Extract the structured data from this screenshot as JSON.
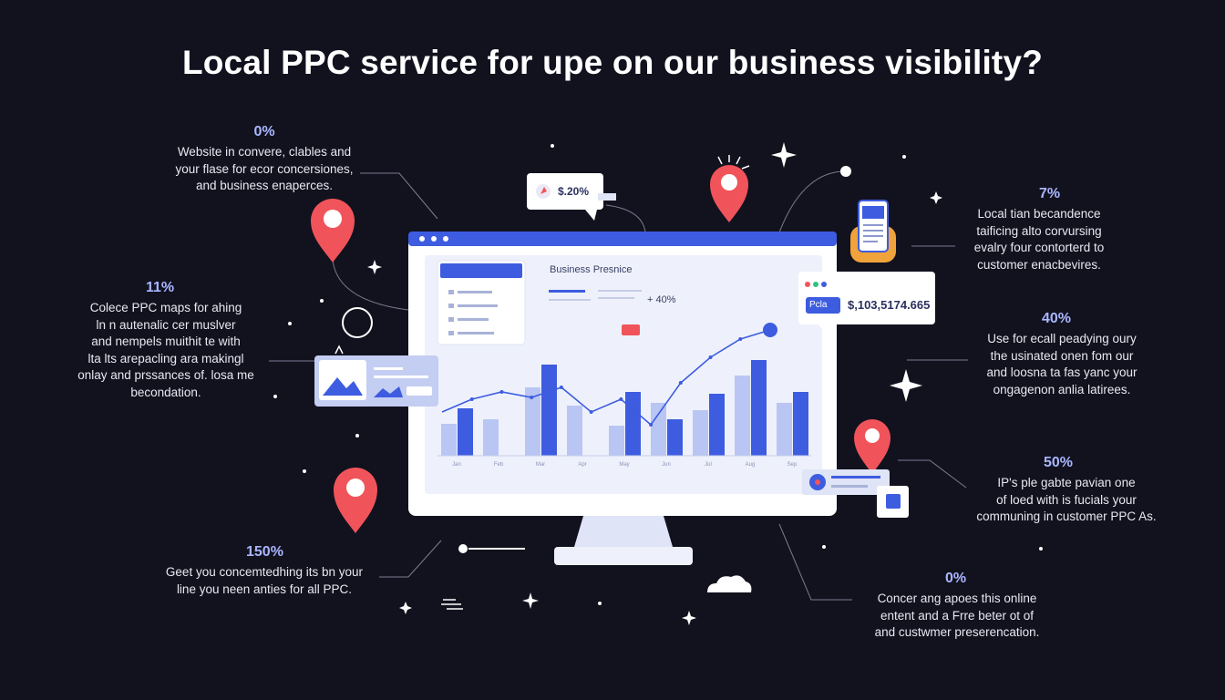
{
  "title": "Local PPC service for upe on our business visibility?",
  "colors": {
    "background": "#12121f",
    "accent_blue": "#3d5ce0",
    "light_blue": "#b9c6f3",
    "pin_red": "#f0545a",
    "stat_blue": "#aab6ff"
  },
  "stats_left": [
    {
      "percent": "0%",
      "lines": [
        "Website in convere, clables and",
        "your flase for ecor concersiones,",
        "and business enaperces."
      ]
    },
    {
      "percent": "11%",
      "lines": [
        "Colece PPC maps for ahing",
        "ln n autenalic cer muslver",
        "and nempels muithit te with",
        "lta lts arepacling ara makingl",
        "onlay and prssances of. losa me",
        "becondation."
      ]
    },
    {
      "percent": "150%",
      "lines": [
        "Geet you concemtedhing its bn your",
        "line you neen anties for all PPC."
      ]
    }
  ],
  "stats_right": [
    {
      "percent": "7%",
      "lines": [
        "Local tian becandence",
        "taificing alto corvursing",
        "evalry four contorterd to",
        "customer enacbevires."
      ]
    },
    {
      "percent": "40%",
      "lines": [
        "Use for ecall peadying oury",
        "the usinated onen fom our",
        "and loosna ta fas yanc your",
        "ongagenon anlia latirees."
      ]
    },
    {
      "percent": "50%",
      "lines": [
        "IP's ple gabte pavian one",
        "of loed with is fucials your",
        "communing in customer PPC As."
      ]
    },
    {
      "percent": "0%",
      "lines": [
        "Concer ang apoes this online",
        "entent and a Frre beter ot of",
        "and custwmer preserencation."
      ]
    }
  ],
  "dashboard": {
    "heading": "Business Presnice",
    "growth_label": "+ 40%",
    "tooltip_bubble": "$.20%",
    "money_card_badge": "Pcla",
    "money_value": "$,103,5174.665",
    "axis_ticks": [
      "Jan",
      "Feb",
      "Mar",
      "Apr",
      "May",
      "Jun",
      "Jul",
      "Aug",
      "Sep"
    ]
  },
  "chart_data": {
    "type": "bar",
    "categories": [
      "Jan",
      "Feb",
      "Mar",
      "Apr",
      "May",
      "Jun",
      "Jul",
      "Aug",
      "Sep"
    ],
    "series": [
      {
        "values": [
          35,
          40,
          75,
          55,
          33,
          58,
          50,
          88,
          58
        ]
      },
      {
        "values": [
          52,
          0,
          100,
          0,
          70,
          40,
          68,
          105,
          70
        ]
      }
    ],
    "line": [
      48,
      62,
      70,
      64,
      75,
      48,
      62,
      34,
      80,
      108,
      128,
      138
    ],
    "ylim": [
      0,
      140
    ]
  }
}
